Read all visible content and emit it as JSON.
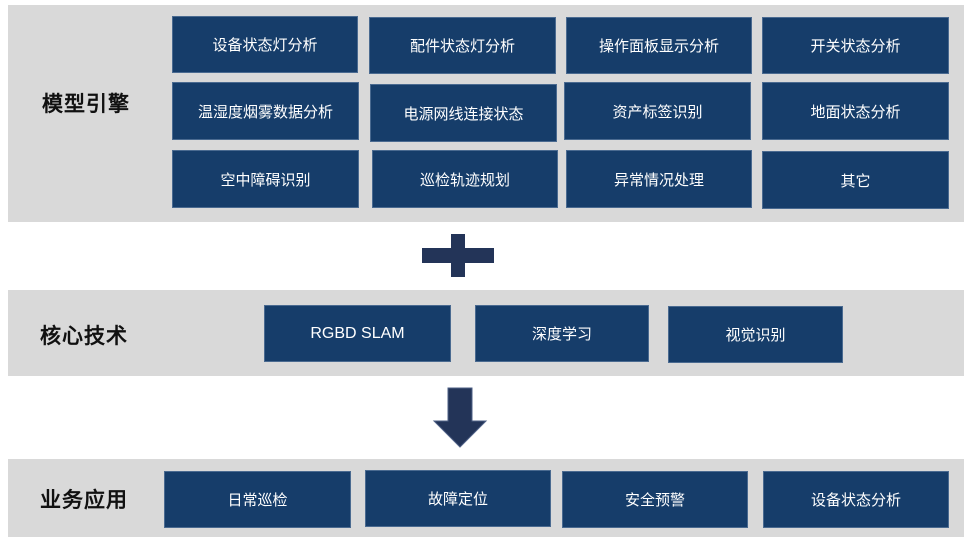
{
  "sections": {
    "model_engine": {
      "title": "模型引擎",
      "items": [
        "设备状态灯分析",
        "配件状态灯分析",
        "操作面板显示分析",
        "开关状态分析",
        "温湿度烟雾数据分析",
        "电源网线连接状态",
        "资产标签识别",
        "地面状态分析",
        "空中障碍识别",
        "巡检轨迹规划",
        "异常情况处理",
        "其它"
      ]
    },
    "core_tech": {
      "title": "核心技术",
      "items": [
        "RGBD SLAM",
        "深度学习",
        "视觉识别"
      ]
    },
    "business_apps": {
      "title": "业务应用",
      "items": [
        "日常巡检",
        "故障定位",
        "安全预警",
        "设备状态分析"
      ]
    }
  },
  "connectors": {
    "plus": "plus-icon",
    "arrow": "arrow-down-icon"
  },
  "colors": {
    "box": "#163d6a",
    "panel": "#d9d9d9",
    "connector": "#233458"
  }
}
